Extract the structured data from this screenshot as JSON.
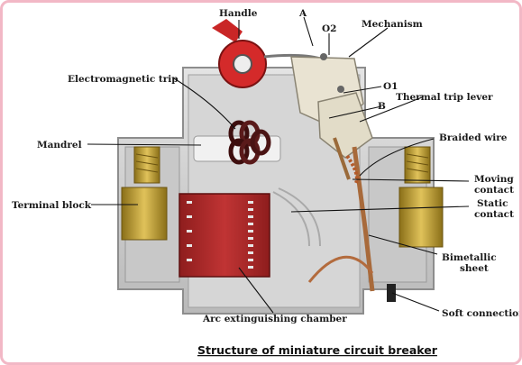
{
  "labels": {
    "handle": "Handle",
    "a": "A",
    "o2": "O2",
    "mechanism": "Mechanism",
    "electromagnetic_trip": "Electromagnetic trip",
    "o1": "O1",
    "thermal_trip_lever": "Thermal trip lever",
    "b": "B",
    "mandrel": "Mandrel",
    "braided_wire": "Braided wire",
    "moving_contact_1": "Moving",
    "moving_contact_2": "contact",
    "terminal_block": "Terminal block",
    "static_contact_1": "Static",
    "static_contact_2": "contact",
    "bimetallic_sheet_1": "Bimetallic",
    "bimetallic_sheet_2": "sheet",
    "soft_connection": "Soft connection",
    "arc_chamber": "Arc extinguishing chamber"
  },
  "caption": "Structure of miniature circuit breaker",
  "colors": {
    "border": "#f2b8c6",
    "housing": "#cfcfcf",
    "handle": "#d42a2a",
    "coil": "#5a1a1a",
    "arc_chamber": "#b32b2b",
    "brass": "#b89a2e"
  }
}
